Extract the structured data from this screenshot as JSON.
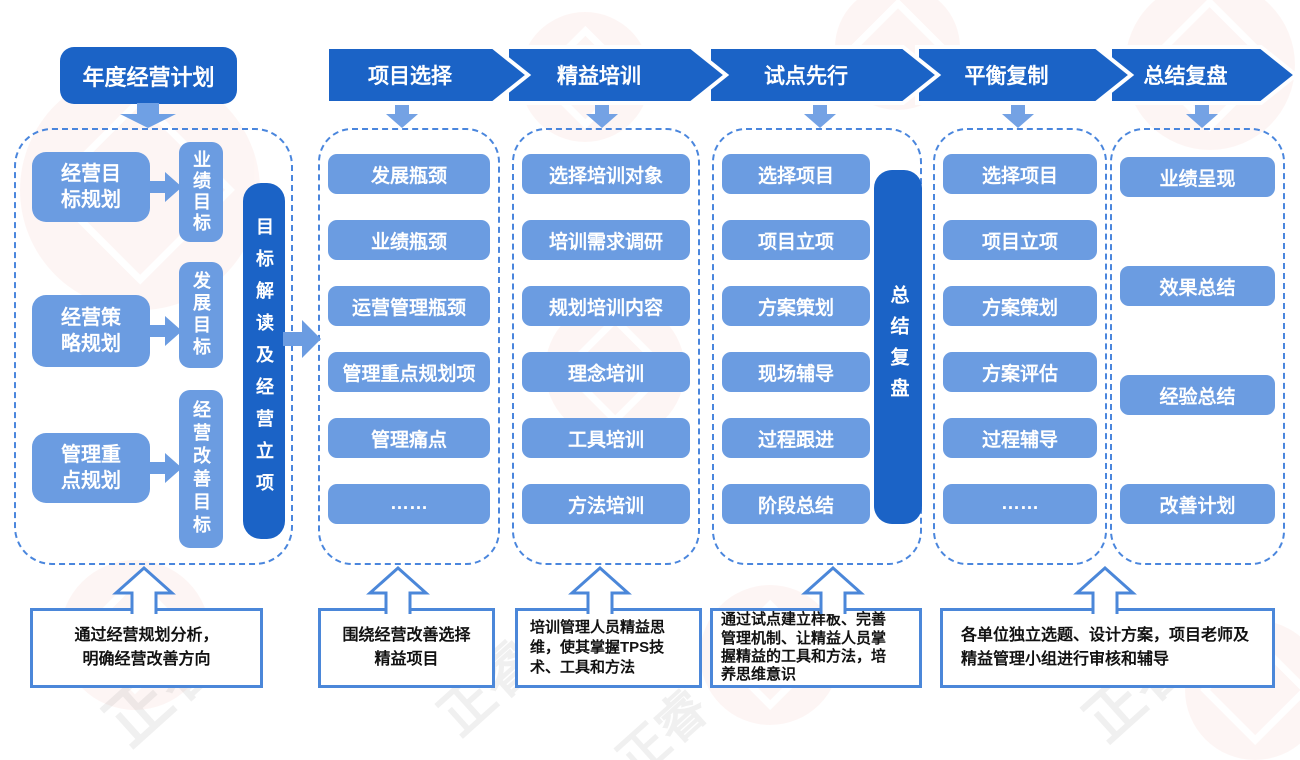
{
  "title": "年度经营计划",
  "stages": [
    "项目选择",
    "精益培训",
    "试点先行",
    "平衡复制",
    "总结复盘"
  ],
  "planning": {
    "sources": [
      "经营目\n标规划",
      "经营策\n略规划",
      "管理重\n点规划"
    ],
    "targets": [
      "业绩目标",
      "发展目标",
      "经营改善目标"
    ],
    "bar": "目标解读及经营立项"
  },
  "columns": [
    {
      "items": [
        "发展瓶颈",
        "业绩瓶颈",
        "运营管理瓶颈",
        "管理重点规划项",
        "管理痛点",
        "……"
      ]
    },
    {
      "items": [
        "选择培训对象",
        "培训需求调研",
        "规划培训内容",
        "理念培训",
        "工具培训",
        "方法培训"
      ]
    },
    {
      "items": [
        "选择项目",
        "项目立项",
        "方案策划",
        "现场辅导",
        "过程跟进",
        "阶段总结"
      ],
      "bar": "总结复盘"
    },
    {
      "items": [
        "选择项目",
        "项目立项",
        "方案策划",
        "方案评估",
        "过程辅导",
        "……"
      ]
    },
    {
      "items": [
        "业绩呈现",
        "效果总结",
        "经验总结",
        "改善计划"
      ]
    }
  ],
  "notes": [
    "通过经营规划分析，\n明确经营改善方向",
    "围绕经营改善选择\n精益项目",
    "培训管理人员精益思\n维，使其掌握TPS技\n术、工具和方法",
    "通过试点建立样板、完善\n管理机制、让精益人员掌\n握精益的工具和方法，培\n养思维意识",
    "各单位独立选题、设计方案，项目老师及\n精益管理小组进行审核和辅导"
  ],
  "watermark": "正睿",
  "colors": {
    "primary": "#1b63c6",
    "secondary": "#6b9ce1",
    "dashed_border": "#4a86dd",
    "note_border": "#4b87d9",
    "watermark_pink": "#fdf0ee"
  }
}
